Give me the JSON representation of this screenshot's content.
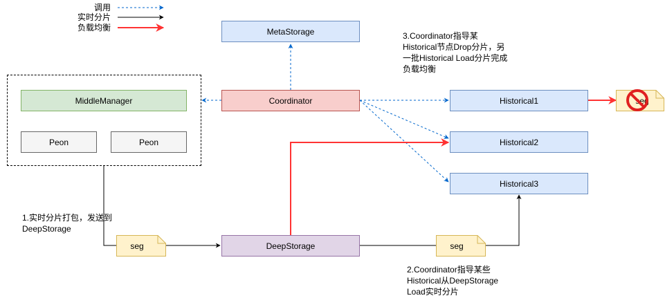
{
  "legend": {
    "call_label": "调用",
    "realtime_label": "实时分片",
    "balance_label": "负载均衡",
    "colors": {
      "call": "#0066cc",
      "realtime": "#000000",
      "balance": "#ff3333"
    }
  },
  "nodes": {
    "meta_storage": "MetaStorage",
    "coordinator": "Coordinator",
    "middle_manager": "MiddleManager",
    "peon_1": "Peon",
    "peon_2": "Peon",
    "historical_1": "Historical1",
    "historical_2": "Historical2",
    "historical_3": "Historical3",
    "deep_storage": "DeepStorage",
    "seg_left": "seg",
    "seg_right": "seg",
    "seg_dropped": "seg"
  },
  "annotations": {
    "step1": [
      "1.实时分片打包，发送到",
      "DeepStorage"
    ],
    "step2": [
      "2.Coordinator指导某些",
      "Historical从DeepStorage",
      "Load实时分片"
    ],
    "step3": [
      "3.Coordinator指导某",
      "Historical节点Drop分片，另",
      "一批Historical Load分片完成",
      "负载均衡"
    ]
  },
  "icons": {
    "drop": "prohibited-icon",
    "note": "note-icon"
  }
}
